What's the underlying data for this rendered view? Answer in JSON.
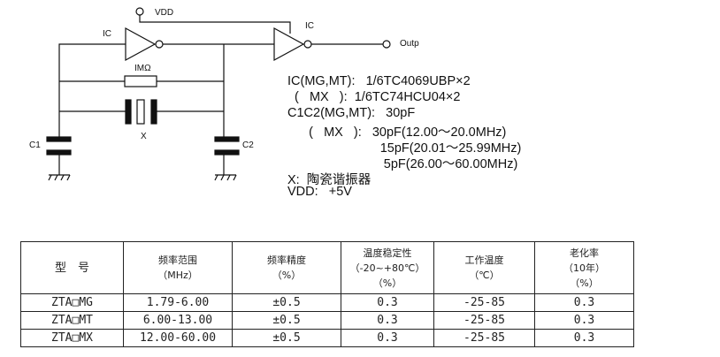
{
  "circuit": {
    "vdd": "VDD",
    "ic1": "IC",
    "ic2": "IC",
    "out": "Outp",
    "resistor": "IMΩ",
    "crystal": "X",
    "c1": "C1",
    "c2": "C2"
  },
  "specs": [
    "IC(MG,MT):   1/6TC4069UBP×2",
    "  (   MX   ):  1/6TC74HCU04×2",
    "C1C2(MG,MT):   30pF",
    "      (   MX   ):   30pF(12.00～20.0MHz)",
    "                          15pF(20.01～25.99MHz)",
    "                           5pF(26.00～60.00MHz)",
    "X:  陶瓷谐振器",
    "VDD:   +5V"
  ],
  "table": {
    "headers": [
      [
        "型　号"
      ],
      [
        "频率范围",
        "（MHz）"
      ],
      [
        "频率精度",
        "（%）"
      ],
      [
        "温度稳定性",
        "（-20~+80℃）",
        "（%）"
      ],
      [
        "工作温度",
        "（℃）"
      ],
      [
        "老化率",
        "（10年）",
        "（%）"
      ]
    ],
    "rows": [
      [
        "ZTA□MG",
        "1.79-6.00",
        "±0.5",
        "0.3",
        "-25-85",
        "0.3"
      ],
      [
        "ZTA□MT",
        "6.00-13.00",
        "±0.5",
        "0.3",
        "-25-85",
        "0.3"
      ],
      [
        "ZTA□MX",
        "12.00-60.00",
        "±0.5",
        "0.3",
        "-25-85",
        "0.3"
      ]
    ]
  }
}
